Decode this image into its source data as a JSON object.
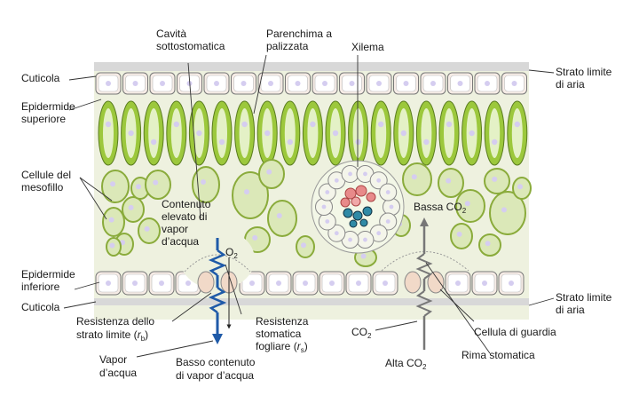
{
  "labels": {
    "cuticola_top": "Cuticola",
    "epidermide_superiore_1": "Epidermide",
    "epidermide_superiore_2": "superiore",
    "cellule_mesofillo_1": "Cellule del",
    "cellule_mesofillo_2": "mesofillo",
    "epidermide_inferiore_1": "Epidermide",
    "epidermide_inferiore_2": "inferiore",
    "cuticola_bottom": "Cuticola",
    "resistenza_strato_1": "Resistenza dello",
    "resistenza_strato_2a": "strato limite (",
    "resistenza_strato_2_sym": "r",
    "resistenza_strato_2_sub": "b",
    "resistenza_strato_2b": ")",
    "vapor_acqua_1": "Vapor",
    "vapor_acqua_2": "d’acqua",
    "cavita_1": "Cavità",
    "cavita_2": "sottostomatica",
    "parenchima_1": "Parenchima a",
    "parenchima_2": "palizzata",
    "xilema": "Xilema",
    "strato_limite_top_1": "Strato limite",
    "strato_limite_top_2": "di aria",
    "contenuto_1": "Contenuto",
    "contenuto_2": "elevato di",
    "contenuto_3": "vapor",
    "contenuto_4": "d’acqua",
    "o2": "O",
    "o2_sub": "2",
    "bassa_co2": "Bassa CO",
    "bassa_co2_sub": "2",
    "resistenza_stomatica_1": "Resistenza",
    "resistenza_stomatica_2": "stomatica",
    "resistenza_stomatica_3a": "fogliare (",
    "resistenza_stomatica_3_sym": "r",
    "resistenza_stomatica_3_sub": "s",
    "resistenza_stomatica_3b": ")",
    "co2": "CO",
    "co2_sub": "2",
    "alta_co2": "Alta CO",
    "alta_co2_sub": "2",
    "basso_contenuto_1": "Basso contenuto",
    "basso_contenuto_2": "di vapor d’acqua",
    "strato_limite_bottom_1": "Strato limite",
    "strato_limite_bottom_2": "di aria",
    "cellula_guardia": "Cellula di guardia",
    "rima_stomatica": "Rima stomatica"
  },
  "colors": {
    "leaf_background": "#eef1df",
    "epidermis_fill": "#f6ece6",
    "epidermis_inner": "#ffffff",
    "palisade_green": "#9cc83c",
    "palisade_light": "#e4f1c6",
    "nucleus": "#d5cdf0",
    "water_arrow": "#1f5aa8",
    "co2_arrow": "#777777"
  }
}
